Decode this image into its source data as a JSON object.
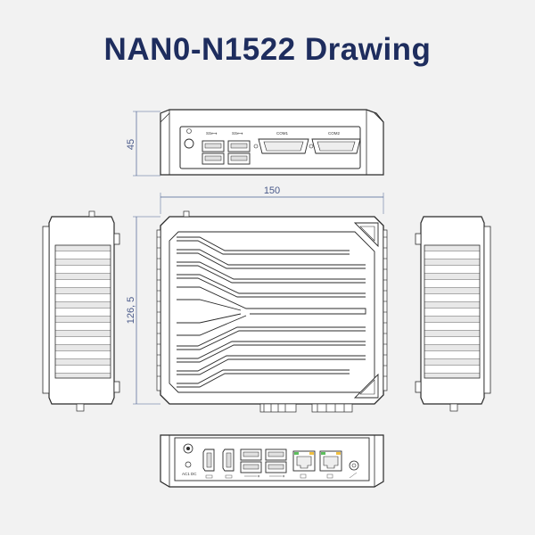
{
  "title": "NAN0-N1522 Drawing",
  "dimensions": {
    "height": "45",
    "width": "150",
    "depth": "126, 5"
  },
  "port_labels": {
    "com1": "COM1",
    "com2": "COM2",
    "power_in": "AC1 DC"
  },
  "colors": {
    "title": "#1e2d5e",
    "dimension": "#4a6090",
    "outline": "#2a2a2a",
    "background": "#f2f2f2"
  }
}
